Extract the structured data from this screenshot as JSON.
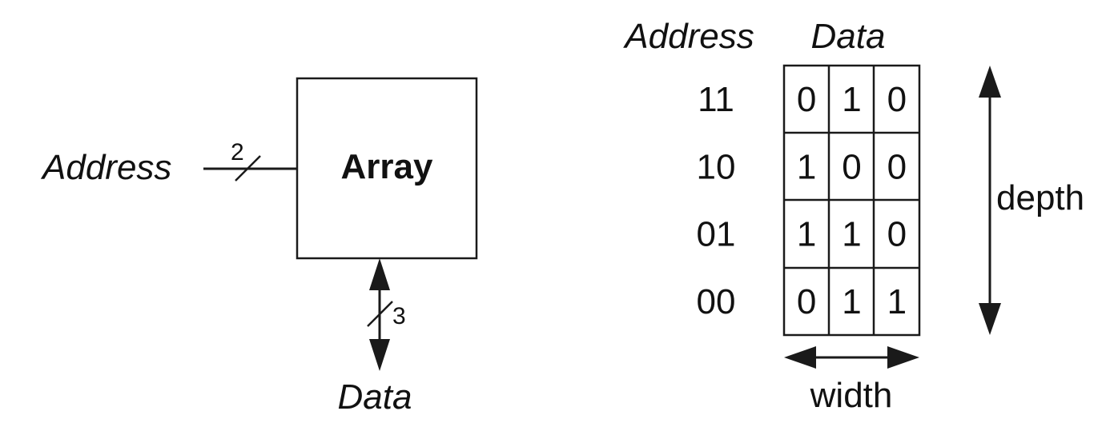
{
  "block_diagram": {
    "block_label": "Array",
    "address_label": "Address",
    "address_width": "2",
    "data_label": "Data",
    "data_width": "3"
  },
  "memory_table": {
    "address_header": "Address",
    "data_header": "Data",
    "rows": [
      {
        "address": "11",
        "bits": [
          "0",
          "1",
          "0"
        ]
      },
      {
        "address": "10",
        "bits": [
          "1",
          "0",
          "0"
        ]
      },
      {
        "address": "01",
        "bits": [
          "1",
          "1",
          "0"
        ]
      },
      {
        "address": "00",
        "bits": [
          "0",
          "1",
          "1"
        ]
      }
    ],
    "depth_label": "depth",
    "width_label": "width"
  }
}
